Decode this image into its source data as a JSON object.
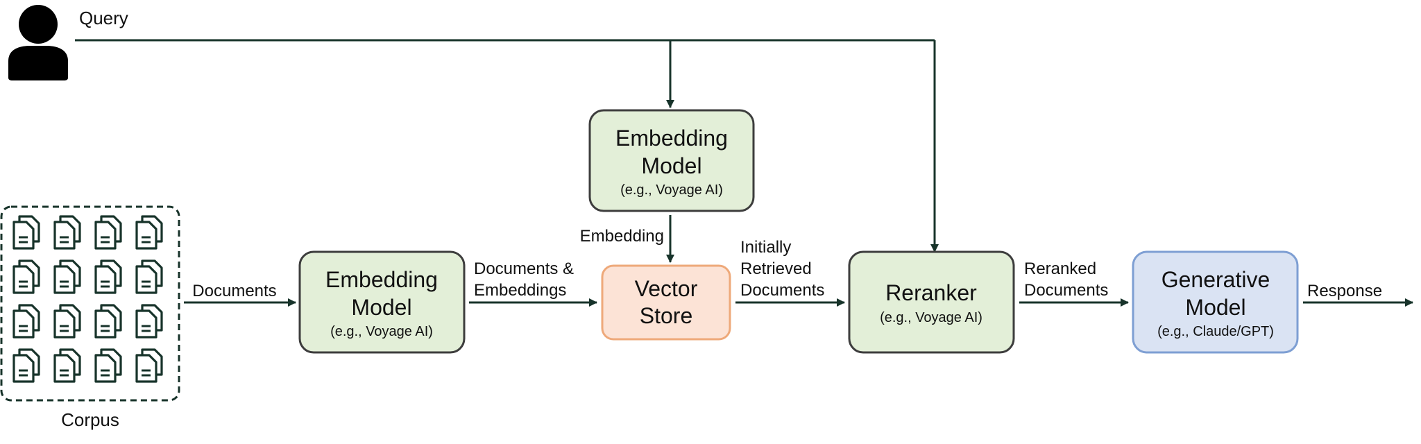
{
  "user": {
    "label": "Query",
    "icon": "person-icon"
  },
  "corpus": {
    "label": "Corpus",
    "icon": "document-stack-icon",
    "document_count": 16
  },
  "boxes": {
    "query_embedding": {
      "title_line1": "Embedding",
      "title_line2": "Model",
      "subtitle": "(e.g., Voyage AI)"
    },
    "doc_embedding": {
      "title_line1": "Embedding",
      "title_line2": "Model",
      "subtitle": "(e.g., Voyage AI)"
    },
    "vector_store": {
      "title_line1": "Vector",
      "title_line2": "Store"
    },
    "reranker": {
      "title": "Reranker",
      "subtitle": "(e.g., Voyage AI)"
    },
    "generative": {
      "title_line1": "Generative",
      "title_line2": "Model",
      "subtitle": "(e.g., Claude/GPT)"
    }
  },
  "edges": {
    "documents": "Documents",
    "docs_embeddings_line1": "Documents &",
    "docs_embeddings_line2": "Embeddings",
    "embedding": "Embedding",
    "initially_line1": "Initially",
    "initially_line2": "Retrieved",
    "initially_line3": "Documents",
    "reranked_line1": "Reranked",
    "reranked_line2": "Documents",
    "response": "Response"
  },
  "colors": {
    "green_fill": "#e3efd8",
    "green_stroke": "#3d3d3d",
    "orange_fill": "#fce3d6",
    "orange_stroke": "#eea97a",
    "blue_fill": "#dae3f3",
    "blue_stroke": "#7e9fd3",
    "arrow": "#17332a"
  }
}
